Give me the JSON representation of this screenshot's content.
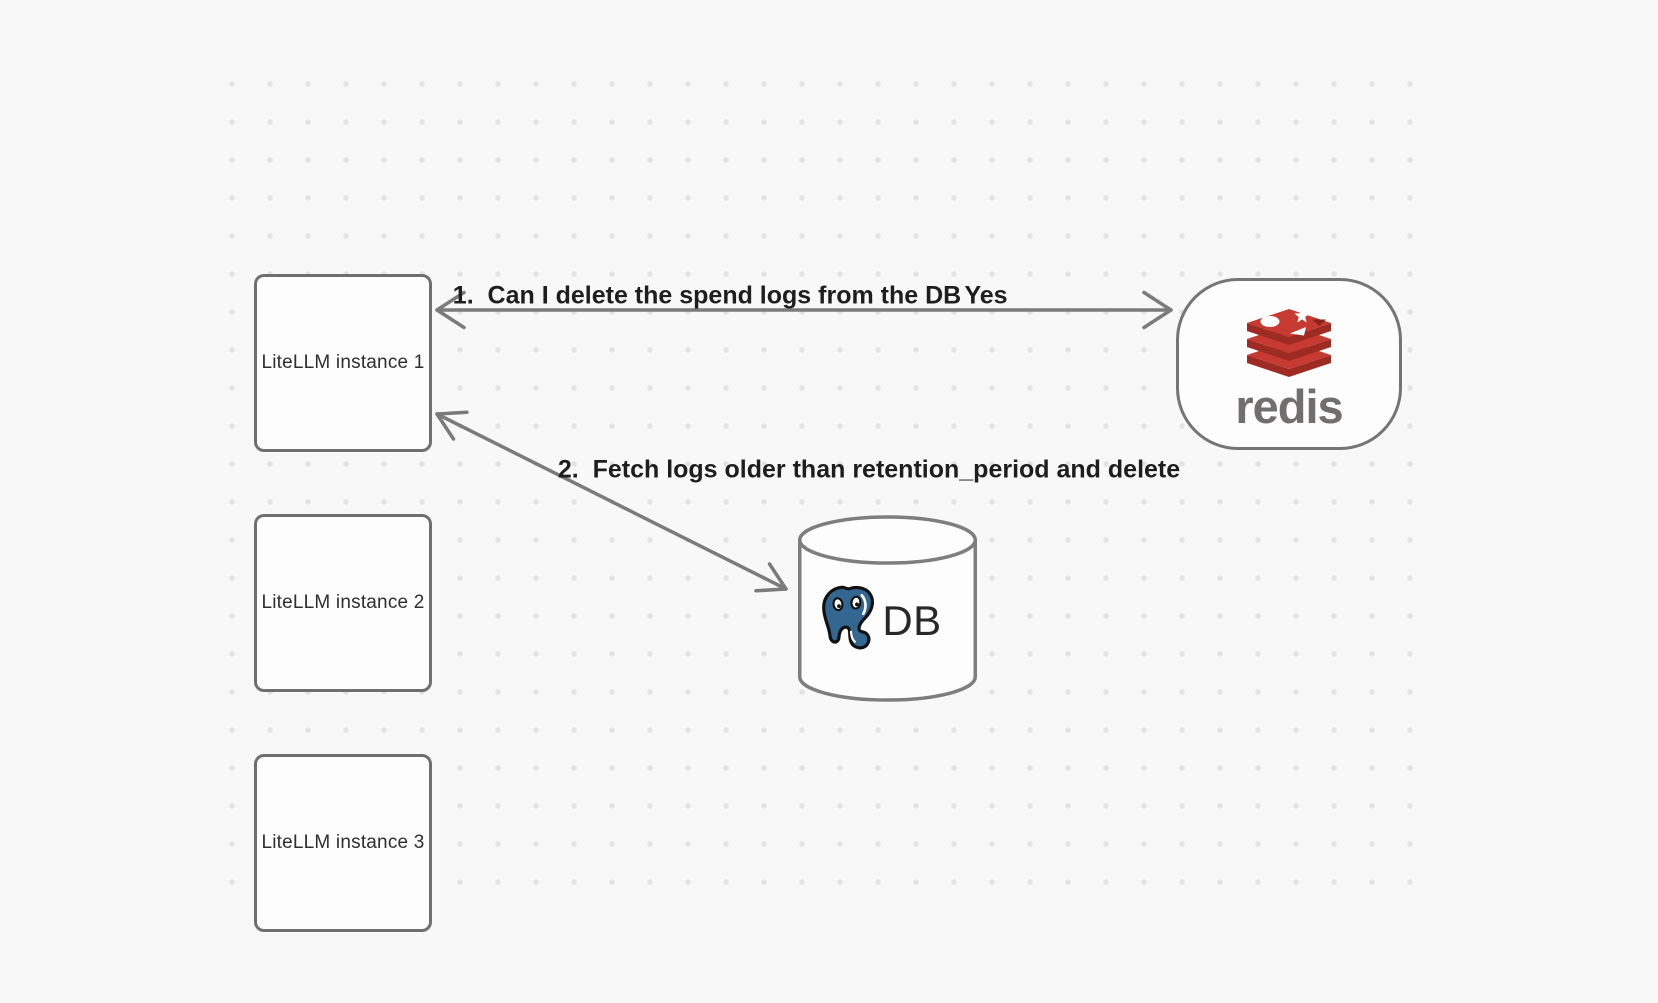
{
  "diagram": {
    "background_color": "#f8f8f8",
    "dot_color": "#e3e3e3",
    "nodes": {
      "instance1": {
        "label": "LiteLLM instance 1"
      },
      "instance2": {
        "label": "LiteLLM instance 2"
      },
      "instance3": {
        "label": "LiteLLM instance 3"
      },
      "redis": {
        "label": "redis"
      },
      "db": {
        "label": "DB"
      }
    },
    "edges": {
      "redis_question": {
        "label": "1.  Can I delete the spend logs from the DB",
        "response": "Yes"
      },
      "db_fetch": {
        "label": "2.  Fetch logs older than retention_period and delete"
      }
    },
    "colors": {
      "arrow": "#7b7b7b",
      "node_border": "#6f6f6f",
      "label_text": "#1e1e1e",
      "redis_red": "#c73a31",
      "redis_red_dark": "#9e2b23",
      "redis_wordmark": "#716e6e",
      "postgres_blue": "#336791",
      "db_text": "#282828"
    }
  }
}
